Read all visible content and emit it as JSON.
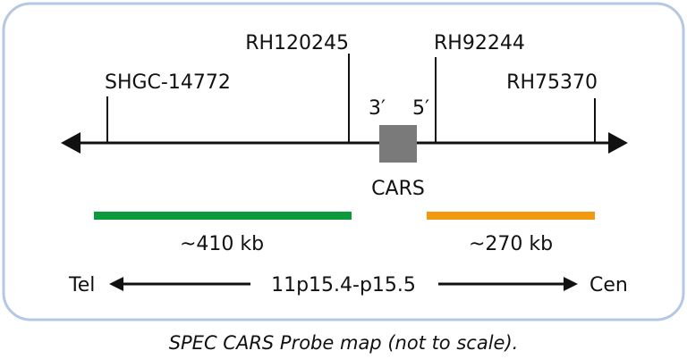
{
  "markers": [
    {
      "name": "SHGC-14772"
    },
    {
      "name": "RH120245"
    },
    {
      "name": "RH92244"
    },
    {
      "name": "RH75370"
    }
  ],
  "gene": {
    "name": "CARS",
    "end_left": "3′",
    "end_right": "5′"
  },
  "probes": [
    {
      "label": "~410 kb",
      "color": "#0d9a3c"
    },
    {
      "label": "~270 kb",
      "color": "#f29a0f"
    }
  ],
  "orientation": {
    "left": "Tel",
    "center": "11p15.4-p15.5",
    "right": "Cen"
  },
  "caption": "SPEC CARS Probe map (not to scale).",
  "colors": {
    "frame": "#b4c8e4",
    "gene_box": "#7a7a7a"
  }
}
